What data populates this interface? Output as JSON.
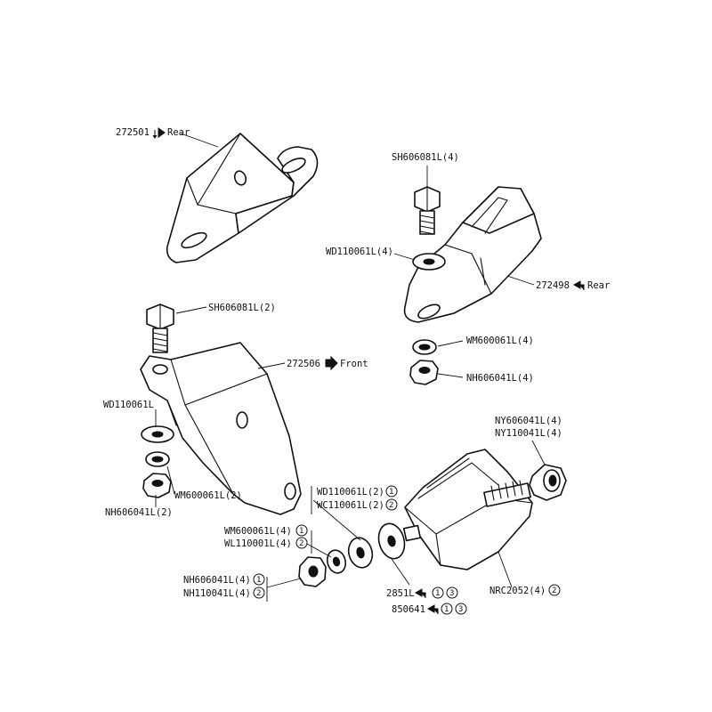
{
  "labels": {
    "l272501": "272501",
    "l272501_dir": "Rear",
    "lSH606081L_4": "SH606081L(4)",
    "lWD110061L_4": "WD110061L(4)",
    "l272498": "272498",
    "l272498_dir": "Rear",
    "lWM600061L_4": "WM600061L(4)",
    "lNH606041L_4_top": "NH606041L(4)",
    "lSH606081L_2": "SH606081L(2)",
    "l272506": "272506",
    "l272506_dir": "Front",
    "lWD110061L": "WD110061L",
    "lWM600061L_2": "WM600061L(2)",
    "lNH606041L_2": "NH606041L(2)",
    "lNY606041L_4": "NY606041L(4)",
    "lNY110041L_4": "NY110041L(4)",
    "lWD110061L_2": "WD110061L(2)",
    "lWC110061L_2": "WC110061L(2)",
    "lWM600061L_4b": "WM600061L(4)",
    "lWL110001L_4": "WL110001L(4)",
    "lNH606041L_4b": "NH606041L(4)",
    "lNH110041L_4": "NH110041L(4)",
    "l2851L": "2851L",
    "l850641": "850641",
    "lNRC2052_4": "NRC2052(4)"
  },
  "markers": {
    "one": "1",
    "two": "2",
    "three": "3"
  },
  "icons": {
    "arrow": "direction-arrow-icon"
  }
}
